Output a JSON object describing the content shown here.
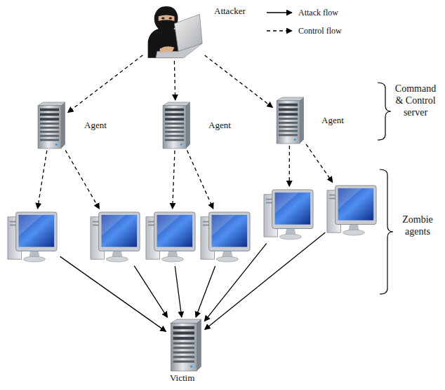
{
  "diagram": {
    "nodes": [
      {
        "text": [
          "Attacker"
        ]
      },
      {
        "text": [
          "Agent"
        ]
      },
      {
        "text": [
          "Agent"
        ]
      },
      {
        "text": [
          "Agent"
        ]
      },
      {
        "text": []
      },
      {
        "text": []
      },
      {
        "text": []
      },
      {
        "text": []
      },
      {
        "text": []
      },
      {
        "text": []
      },
      {
        "text": [
          "Victim"
        ]
      }
    ],
    "edges": [
      {
        "from": 0,
        "to": 1,
        "arrow": "to"
      },
      {
        "from": 0,
        "to": 2,
        "arrow": "to"
      },
      {
        "from": 0,
        "to": 3,
        "arrow": "to"
      },
      {
        "from": 1,
        "to": 4,
        "arrow": "to"
      },
      {
        "from": 1,
        "to": 5,
        "arrow": "to"
      },
      {
        "from": 2,
        "to": 6,
        "arrow": "to"
      },
      {
        "from": 2,
        "to": 7,
        "arrow": "to"
      },
      {
        "from": 3,
        "to": 8,
        "arrow": "to"
      },
      {
        "from": 3,
        "to": 9,
        "arrow": "to"
      },
      {
        "from": 4,
        "to": 10,
        "arrow": "to"
      },
      {
        "from": 5,
        "to": 10,
        "arrow": "to"
      },
      {
        "from": 6,
        "to": 10,
        "arrow": "to"
      },
      {
        "from": 7,
        "to": 10,
        "arrow": "to"
      },
      {
        "from": 8,
        "to": 10,
        "arrow": "to"
      },
      {
        "from": 9,
        "to": 10,
        "arrow": "to"
      }
    ],
    "labels": [
      "Command & Control server",
      "Zombie agents"
    ],
    "legend": [
      {
        "text": "Attack flow"
      },
      {
        "text": "Control flow"
      }
    ]
  }
}
